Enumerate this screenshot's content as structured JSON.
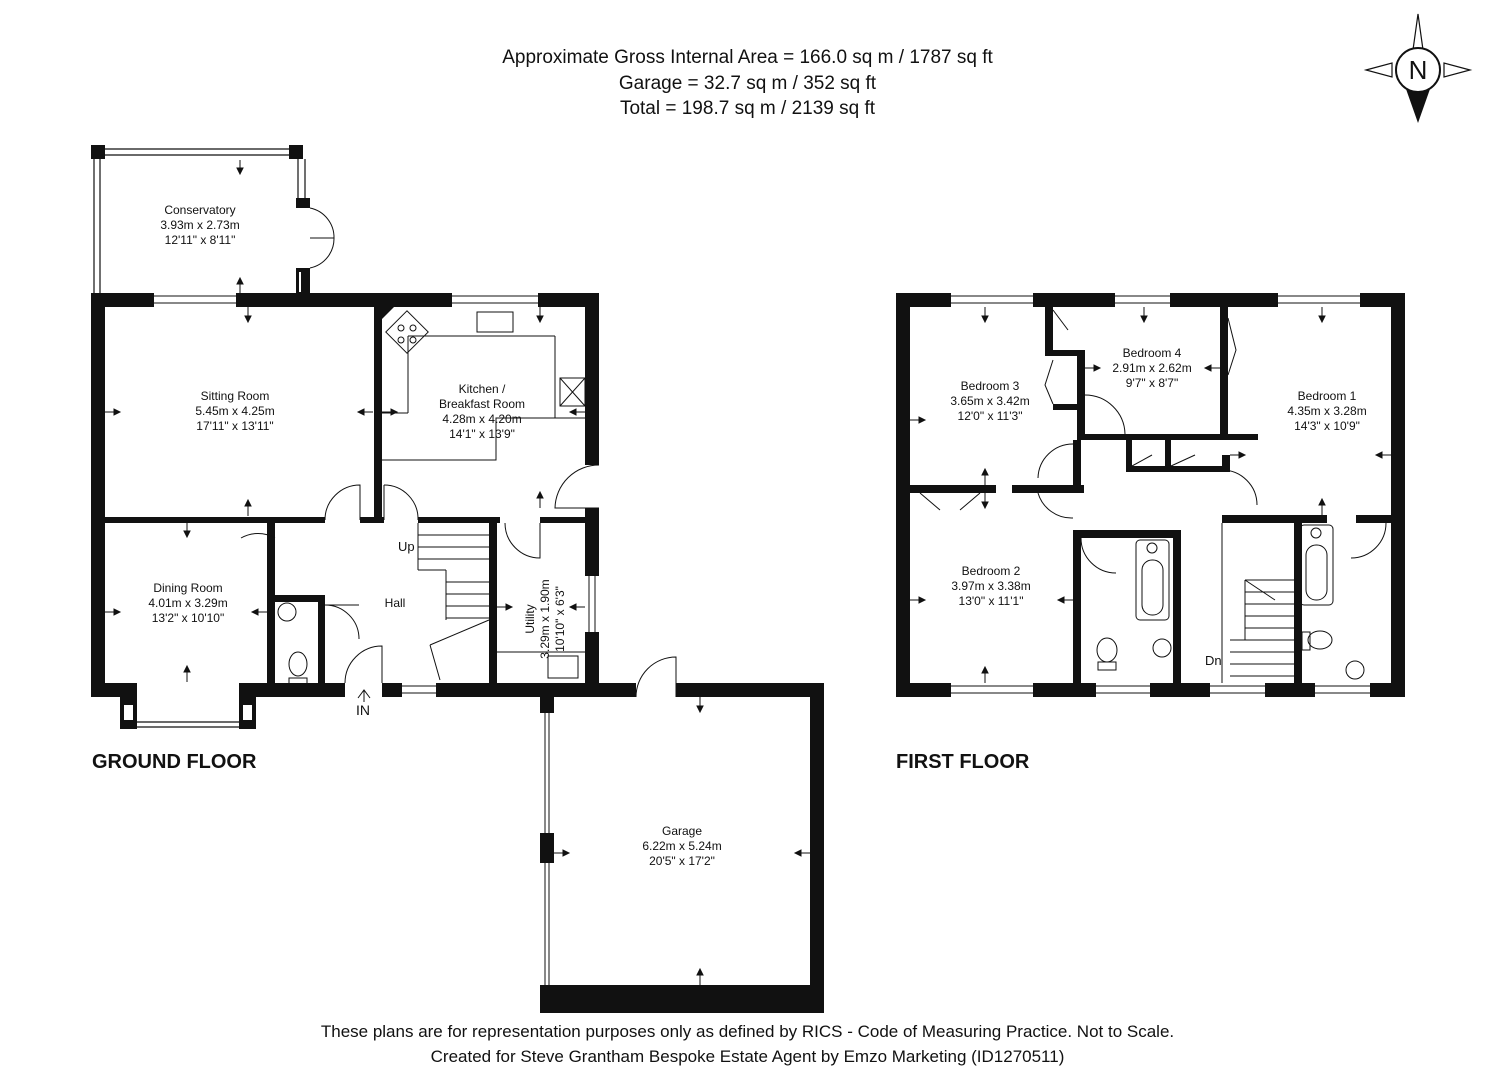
{
  "header": {
    "area_line": "Approximate Gross Internal Area = 166.0 sq m / 1787 sq ft",
    "garage_line": "Garage = 32.7 sq m / 352 sq ft",
    "total_line": "Total = 198.7 sq m / 2139 sq ft"
  },
  "compass": {
    "letter": "N"
  },
  "ground_floor": {
    "title": "GROUND FLOOR",
    "rooms": {
      "conservatory": {
        "name": "Conservatory",
        "metric": "3.93m x 2.73m",
        "imperial": "12'11\" x 8'11\""
      },
      "sitting": {
        "name": "Sitting Room",
        "metric": "5.45m x 4.25m",
        "imperial": "17'11\" x 13'11\""
      },
      "kitchen": {
        "name1": "Kitchen /",
        "name2": "Breakfast Room",
        "metric": "4.28m x 4.20m",
        "imperial": "14'1\" x 13'9\""
      },
      "dining": {
        "name": "Dining Room",
        "metric": "4.01m x 3.29m",
        "imperial": "13'2\" x 10'10\""
      },
      "hall": {
        "name": "Hall"
      },
      "utility": {
        "name": "Utility",
        "metric": "3.29m x 1.90m",
        "imperial": "10'10\" x 6'3\""
      },
      "garage": {
        "name": "Garage",
        "metric": "6.22m x 5.24m",
        "imperial": "20'5\" x 17'2\""
      }
    },
    "up_label": "Up",
    "entrance_label": "IN"
  },
  "first_floor": {
    "title": "FIRST FLOOR",
    "rooms": {
      "bedroom3": {
        "name": "Bedroom 3",
        "metric": "3.65m x 3.42m",
        "imperial": "12'0\" x 11'3\""
      },
      "bedroom4": {
        "name": "Bedroom 4",
        "metric": "2.91m x 2.62m",
        "imperial": "9'7\" x 8'7\""
      },
      "bedroom1": {
        "name": "Bedroom 1",
        "metric": "4.35m x 3.28m",
        "imperial": "14'3\" x 10'9\""
      },
      "bedroom2": {
        "name": "Bedroom 2",
        "metric": "3.97m x 3.38m",
        "imperial": "13'0\" x 11'1\""
      }
    },
    "down_label": "Dn"
  },
  "footer": {
    "disclaimer": "These plans are for representation purposes only as defined by RICS - Code of Measuring Practice. Not to Scale.",
    "credit": "Created for Steve Grantham Bespoke Estate Agent by Emzo Marketing (ID1270511)"
  }
}
